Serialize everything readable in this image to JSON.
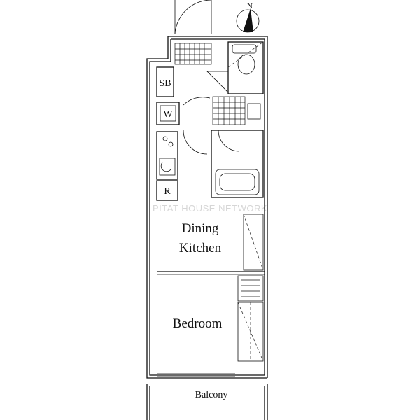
{
  "floorplan": {
    "compass": {
      "label": "N"
    },
    "watermark": "PITAT HOUSE NETWORK",
    "rooms": {
      "shoe_box": "SB",
      "washer": "W",
      "fridge": "R",
      "dining_kitchen_line1": "Dining",
      "dining_kitchen_line2": "Kitchen",
      "bedroom": "Bedroom",
      "balcony": "Balcony"
    }
  }
}
